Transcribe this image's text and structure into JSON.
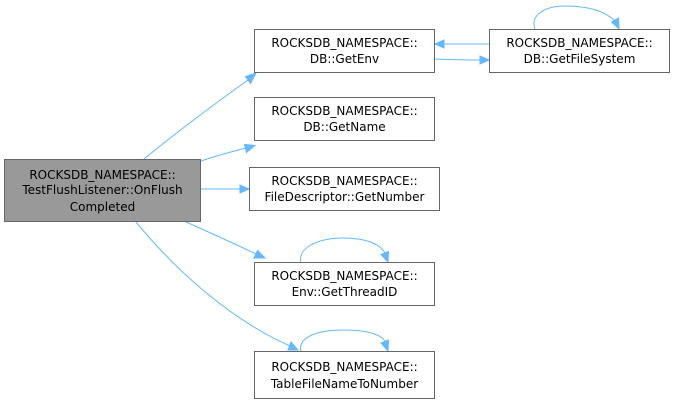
{
  "diagram": {
    "colors": {
      "edge": "#63b8ff",
      "node_border": "#666666",
      "root_fill": "#999999",
      "node_fill": "#ffffff"
    },
    "nodes": {
      "on_flush_completed": {
        "line1": "ROCKSDB_NAMESPACE::",
        "line2": "TestFlushListener::OnFlush",
        "line3": "Completed"
      },
      "get_env": {
        "line1": "ROCKSDB_NAMESPACE::",
        "line2": "DB::GetEnv"
      },
      "get_file_system": {
        "line1": "ROCKSDB_NAMESPACE::",
        "line2": "DB::GetFileSystem"
      },
      "get_name": {
        "line1": "ROCKSDB_NAMESPACE::",
        "line2": "DB::GetName"
      },
      "get_number": {
        "line1": "ROCKSDB_NAMESPACE::",
        "line2": "FileDescriptor::GetNumber"
      },
      "get_thread_id": {
        "line1": "ROCKSDB_NAMESPACE::",
        "line2": "Env::GetThreadID"
      },
      "table_file_name_to_number": {
        "line1": "ROCKSDB_NAMESPACE::",
        "line2": "TableFileNameToNumber"
      }
    }
  }
}
